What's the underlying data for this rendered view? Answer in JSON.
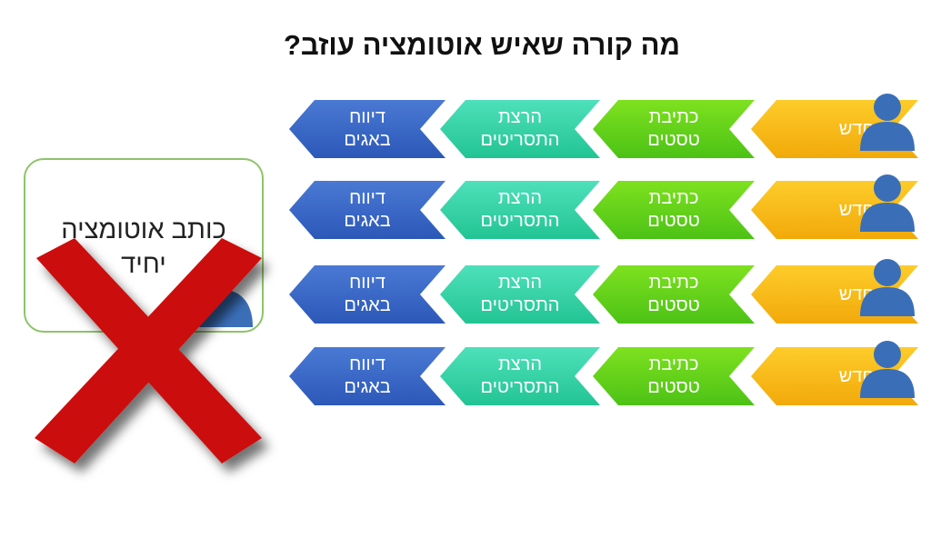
{
  "title": "מה קורה שאיש אוטומציה עוזב?",
  "rows": [
    {
      "feature": "פיצ'ר חדש",
      "write1": "כתיבת",
      "write2": "טסטים",
      "run1": "הרצת",
      "run2": "התסריטים",
      "report1": "דיווח",
      "report2": "באגים"
    },
    {
      "feature": "פיצ'ר חדש",
      "write1": "כתיבת",
      "write2": "טסטים",
      "run1": "הרצת",
      "run2": "התסריטים",
      "report1": "דיווח",
      "report2": "באגים"
    },
    {
      "feature": "פיצ'ר חדש",
      "write1": "כתיבת",
      "write2": "טסטים",
      "run1": "הרצת",
      "run2": "התסריטים",
      "report1": "דיווח",
      "report2": "באגים"
    },
    {
      "feature": "פיצ'ר חדש",
      "write1": "כתיבת",
      "write2": "טסטים",
      "run1": "הרצת",
      "run2": "התסריטים",
      "report1": "דיווח",
      "report2": "באגים"
    }
  ],
  "single_writer": {
    "line1": "כותב אוטומציה",
    "line2": "יחיד"
  },
  "colors": {
    "feature": "#f5b31a",
    "write": "#5fd11a",
    "run": "#33d0a3",
    "report": "#3566c6",
    "person": "#3a6fb8",
    "cross": "#cc1111",
    "box_border": "#8dc46a"
  },
  "icons": {
    "person": "person-icon",
    "cross": "cross-x-icon"
  }
}
